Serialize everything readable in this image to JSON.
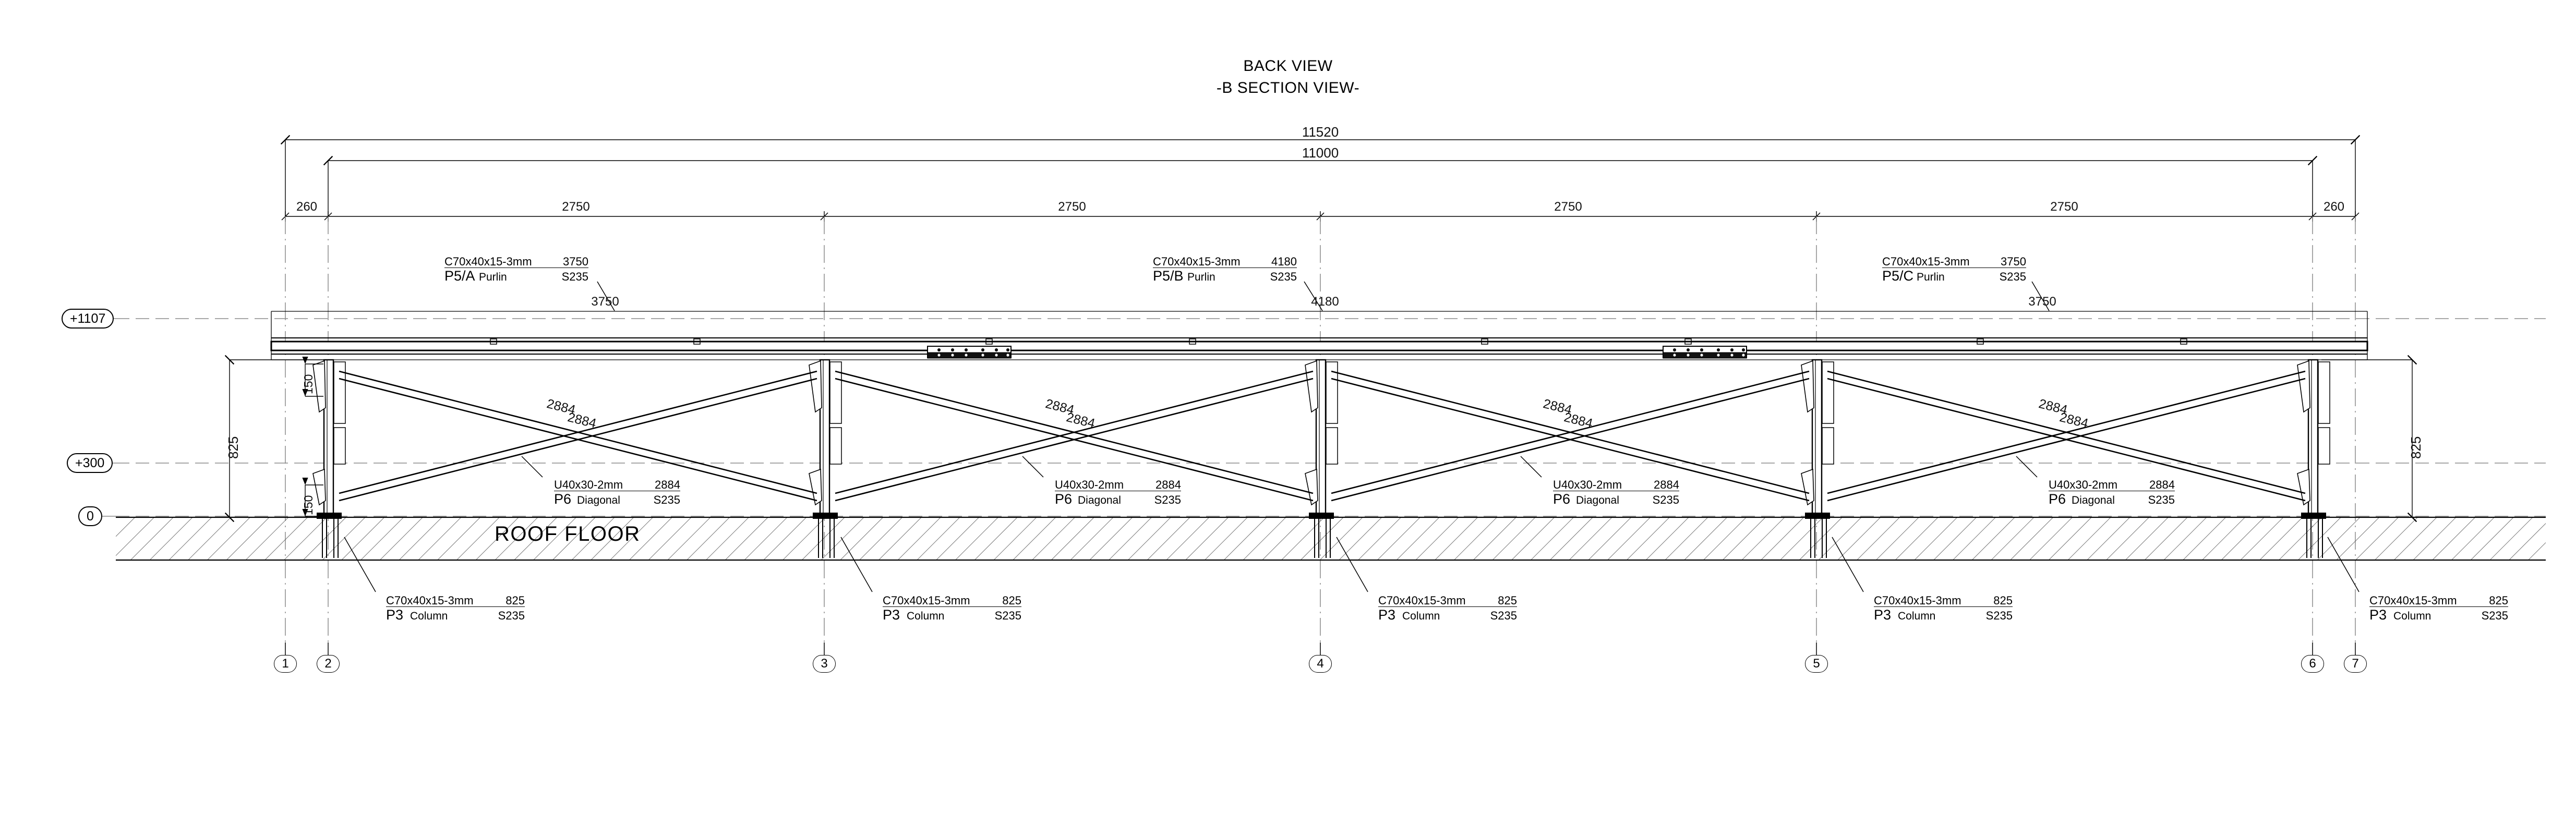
{
  "drawing": {
    "title_line1": "BACK VIEW",
    "title_line2": "-B SECTION VIEW-",
    "floor_label": "ROOF FLOOR"
  },
  "overall_dimensions": {
    "outer_total": "11520",
    "inner_total": "11000",
    "bay_labels": [
      "260",
      "2750",
      "2750",
      "2750",
      "2750",
      "260"
    ]
  },
  "vertical_dimensions": {
    "left_height": "825",
    "right_height": "825",
    "top_offset": "150",
    "bottom_offset": "150"
  },
  "levels": [
    {
      "label": "+1107"
    },
    {
      "label": "+300"
    },
    {
      "label": "0"
    }
  ],
  "grid_bubbles": [
    {
      "label": "1"
    },
    {
      "label": "2"
    },
    {
      "label": "3"
    },
    {
      "label": "4"
    },
    {
      "label": "5"
    },
    {
      "label": "6"
    },
    {
      "label": "7"
    }
  ],
  "purlin_tags": [
    {
      "section": "C70x40x15-3mm",
      "length": "3750",
      "code": "P5/A",
      "kind": "Purlin",
      "material": "S235"
    },
    {
      "section": "C70x40x15-3mm",
      "length": "4180",
      "code": "P5/B",
      "kind": "Purlin",
      "material": "S235"
    },
    {
      "section": "C70x40x15-3mm",
      "length": "3750",
      "code": "P5/C",
      "kind": "Purlin",
      "material": "S235"
    }
  ],
  "purlin_span_labels": [
    "3750",
    "4180",
    "3750"
  ],
  "diagonal_tags": [
    {
      "section": "U40x30-2mm",
      "length": "2884",
      "code": "P6",
      "kind": "Diagonal",
      "material": "S235"
    },
    {
      "section": "U40x30-2mm",
      "length": "2884",
      "code": "P6",
      "kind": "Diagonal",
      "material": "S235"
    },
    {
      "section": "U40x30-2mm",
      "length": "2884",
      "code": "P6",
      "kind": "Diagonal",
      "material": "S235"
    },
    {
      "section": "U40x30-2mm",
      "length": "2884",
      "code": "P6",
      "kind": "Diagonal",
      "material": "S235"
    }
  ],
  "column_tags": [
    {
      "section": "C70x40x15-3mm",
      "length": "825",
      "code": "P3",
      "kind": "Column",
      "material": "S235"
    },
    {
      "section": "C70x40x15-3mm",
      "length": "825",
      "code": "P3",
      "kind": "Column",
      "material": "S235"
    },
    {
      "section": "C70x40x15-3mm",
      "length": "825",
      "code": "P3",
      "kind": "Column",
      "material": "S235"
    },
    {
      "section": "C70x40x15-3mm",
      "length": "825",
      "code": "P3",
      "kind": "Column",
      "material": "S235"
    },
    {
      "section": "C70x40x15-3mm",
      "length": "825",
      "code": "P3",
      "kind": "Column",
      "material": "S235"
    }
  ],
  "diagonal_length_labels": [
    "2884",
    "2884",
    "2884",
    "2884",
    "2884",
    "2884",
    "2884",
    "2884",
    "2884",
    "2884"
  ],
  "colors": {
    "line": "#000000",
    "thin_line": "#1a1a1a",
    "center_line": "#888888",
    "hatch": "#555555",
    "background": "#ffffff"
  }
}
